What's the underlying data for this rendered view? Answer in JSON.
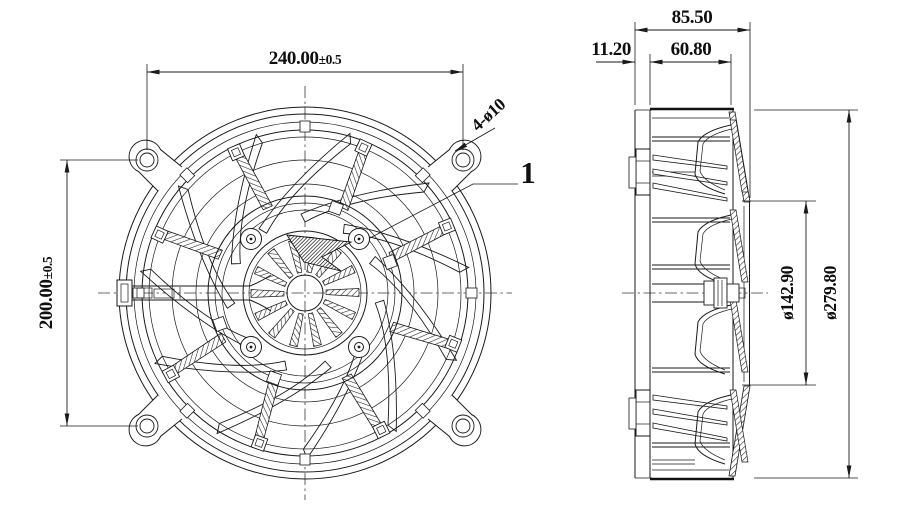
{
  "drawing": {
    "background_color": "#ffffff",
    "line_color": "#1a1a1a",
    "front_view": {
      "width_dim": {
        "value": "240.00",
        "tolerance": "±0.5"
      },
      "height_dim": {
        "value": "200.00",
        "tolerance": "±0.5"
      },
      "holes_label": "4-ø10",
      "balloon_label": "1"
    },
    "side_view": {
      "total_depth": "85.50",
      "flange_depth": "11.20",
      "body_depth": "60.80",
      "inner_diameter": "ø142.90",
      "outer_diameter": "ø279.80"
    }
  }
}
